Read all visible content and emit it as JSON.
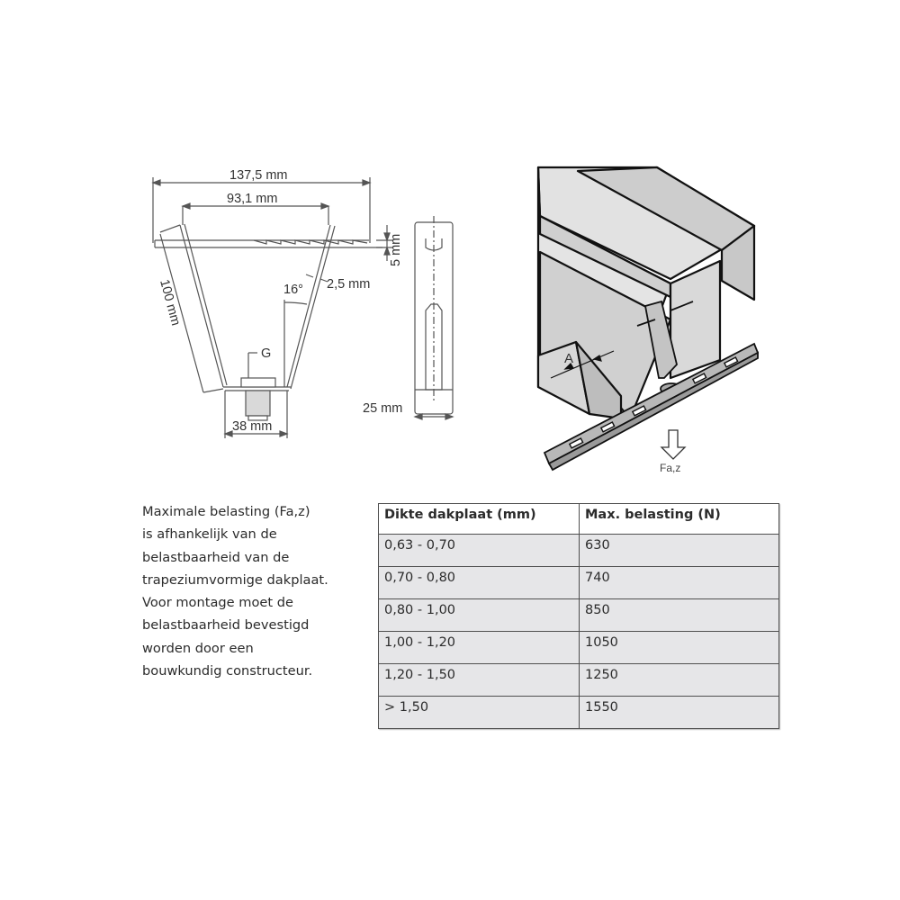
{
  "dimension_drawing": {
    "width_overall": "137,5 mm",
    "width_inner": "93,1 mm",
    "height_ridge": "5 mm",
    "angle": "16°",
    "thickness": "2,5 mm",
    "side_length": "100 mm",
    "thread_label": "G",
    "base_width": "38 mm",
    "side_view_width": "25 mm"
  },
  "isometric_drawing": {
    "dimension_label": "A",
    "force_label": "Fa,z",
    "force_icon": "down-arrow-icon"
  },
  "description": {
    "lines": [
      "Maximale belasting (Fa,z)",
      "is afhankelijk van de",
      "belastbaarheid van de",
      "trapeziumvormige dakplaat.",
      "Voor montage moet de",
      "belastbaarheid bevestigd",
      "worden door een",
      "bouwkundig constructeur."
    ]
  },
  "load_table": {
    "headers": [
      "Dikte dakplaat (mm)",
      "Max. belasting (N)"
    ],
    "rows": [
      [
        "0,63 - 0,70",
        "630"
      ],
      [
        "0,70 - 0,80",
        "740"
      ],
      [
        "0,80 - 1,00",
        "850"
      ],
      [
        "1,00 - 1,20",
        "1050"
      ],
      [
        "1,20 - 1,50",
        "1250"
      ],
      [
        "> 1,50",
        "1550"
      ]
    ]
  }
}
